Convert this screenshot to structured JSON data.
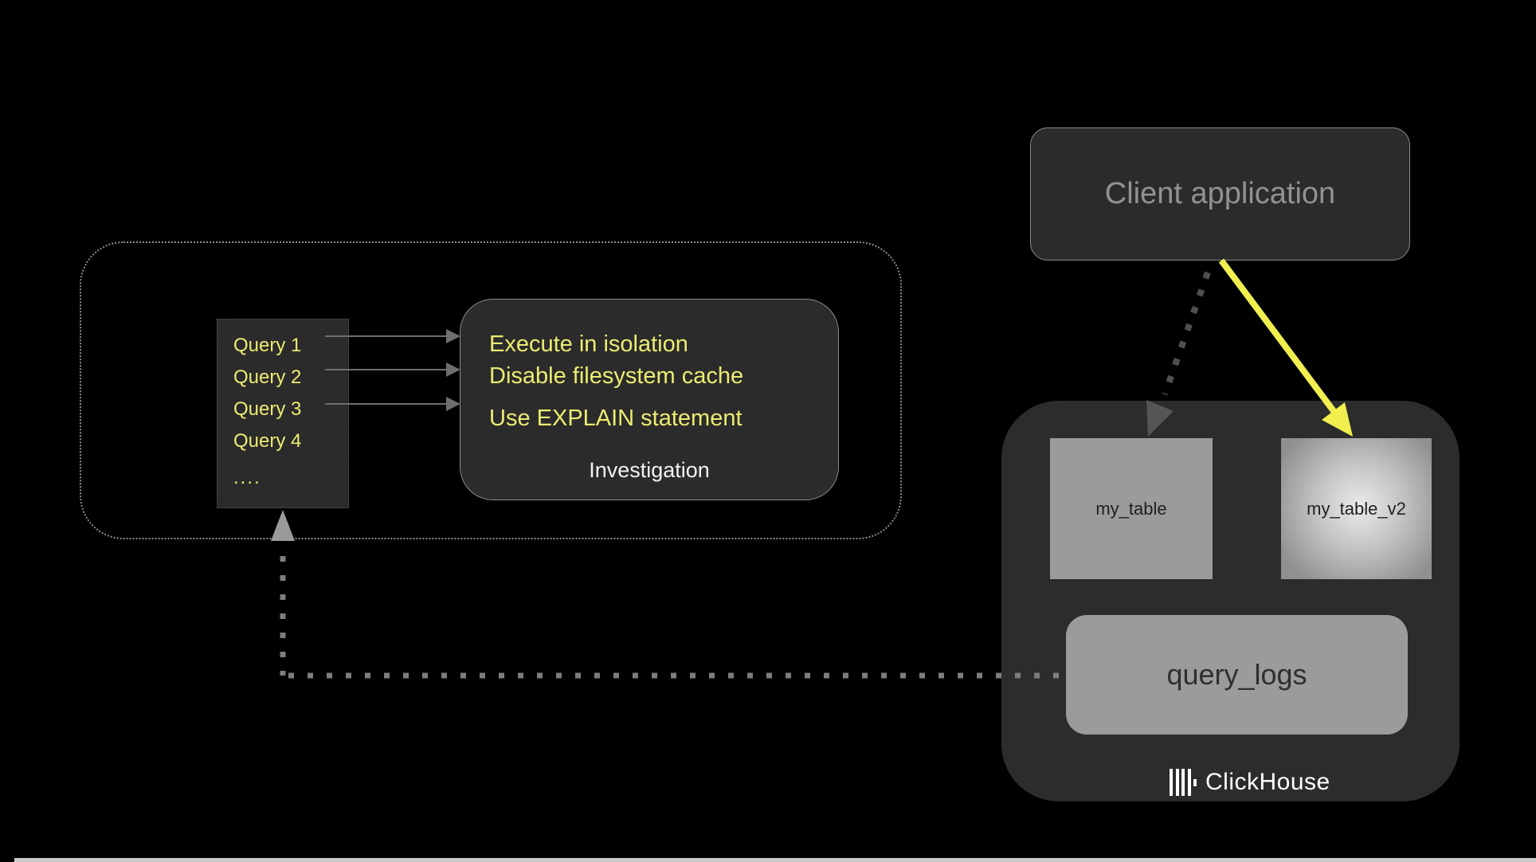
{
  "colors": {
    "background": "#000000",
    "panel_dark": "#2b2b2b",
    "panel_border": "#8a8a8a",
    "yellow_text": "#ecec73",
    "accent_yellow": "#f1ef4f",
    "gray_fill": "#9b9b9b",
    "connector_gray": "#6e6e6e",
    "dotted_path_gray": "#7d7d7d",
    "diagonal_dot_gray": "#4f4f4f",
    "diagonal_head_gray": "#555555",
    "up_arrow_gray": "#9a9a9a",
    "white": "#ffffff"
  },
  "workflow": {
    "queries": {
      "items": [
        "Query 1",
        "Query 2",
        "Query 3",
        "Query 4",
        "...."
      ]
    },
    "investigation": {
      "tips": [
        "Execute in isolation",
        "Disable filesystem cache",
        "Use EXPLAIN statement"
      ],
      "caption": "Investigation"
    }
  },
  "client": {
    "label": "Client application"
  },
  "clickhouse": {
    "tables": [
      {
        "name": "my_table"
      },
      {
        "name": "my_table_v2"
      }
    ],
    "logs_label": "query_logs",
    "brand": "ClickHouse"
  }
}
